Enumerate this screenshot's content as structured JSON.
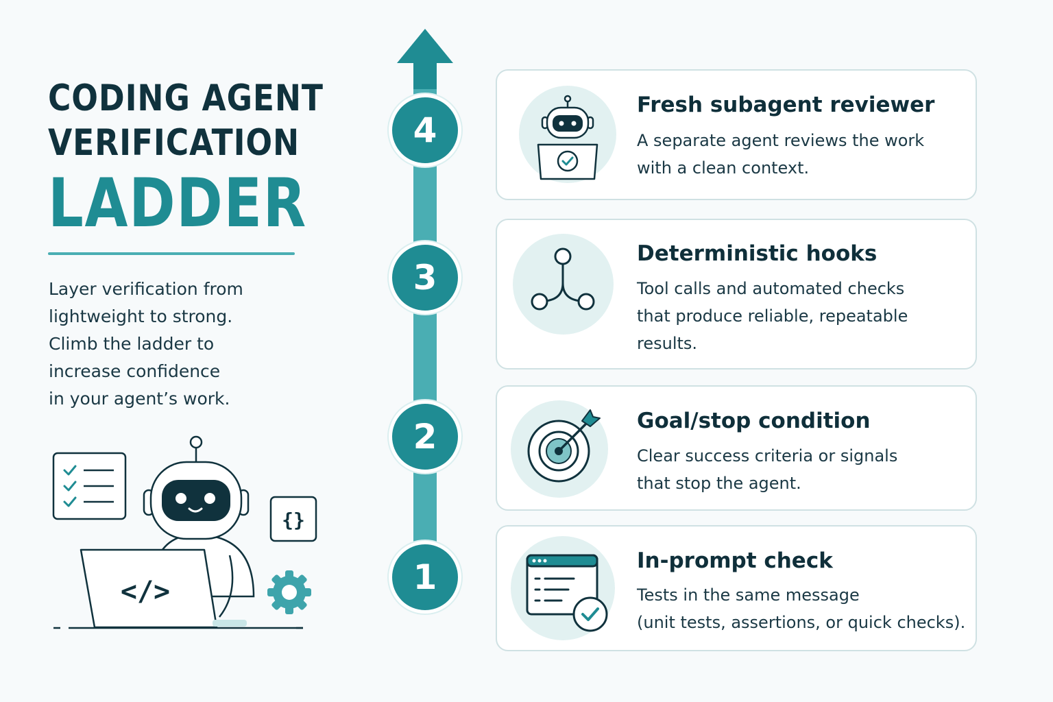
{
  "title": {
    "line1": "CODING AGENT",
    "line2": "VERIFICATION",
    "line3": "LADDER"
  },
  "intro": [
    "Layer verification from",
    "lightweight to strong.",
    "Climb the ladder to",
    "increase confidence",
    "in your agent’s work."
  ],
  "illustration": {
    "code_glyph": "</>",
    "braces_glyph": "{}",
    "icons": [
      "checklist-icon",
      "robot-icon",
      "laptop-icon",
      "braces-icon",
      "gear-icon"
    ]
  },
  "steps": [
    {
      "number": "4",
      "title": "Fresh subagent reviewer",
      "desc": [
        "A separate agent reviews the work",
        "with a clean context."
      ],
      "icon": "robot-review-icon"
    },
    {
      "number": "3",
      "title": "Deterministic hooks",
      "desc": [
        "Tool calls and automated checks",
        "that produce reliable, repeatable",
        "results."
      ],
      "icon": "hook-nodes-icon"
    },
    {
      "number": "2",
      "title": "Goal/stop condition",
      "desc": [
        "Clear success criteria or signals",
        "that stop the agent."
      ],
      "icon": "target-icon"
    },
    {
      "number": "1",
      "title": "In-prompt check",
      "desc": [
        "Tests in the same message",
        "(unit tests, assertions, or quick checks)."
      ],
      "icon": "window-check-icon"
    }
  ],
  "colors": {
    "teal_dark": "#1f8c93",
    "teal_light": "#4aaeb3",
    "navy": "#10323d",
    "disc": "#e2f1f1"
  }
}
